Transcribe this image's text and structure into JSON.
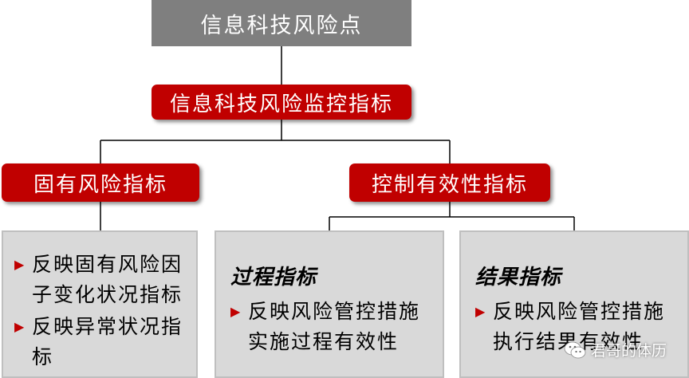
{
  "nodes": {
    "root": "信息科技风险点",
    "monitor": "信息科技风险监控指标",
    "inherent": "固有风险指标",
    "control": "控制有效性指标"
  },
  "panels": {
    "inherent": {
      "bullets": [
        "反映固有风险因子变化状况指标",
        "反映异常状况指标"
      ]
    },
    "process": {
      "heading": "过程指标",
      "bullets": [
        "反映风险管控措施实施过程有效性"
      ]
    },
    "result": {
      "heading": "结果指标",
      "bullets": [
        "反映风险管控措施执行结果有效性"
      ]
    }
  },
  "bullet_icon": "red-triangle-bullet",
  "colors": {
    "root_box": "#7f7f7f",
    "red_box": "#c00000",
    "panel_bg": "#d9d9d9",
    "connector": "#000000"
  },
  "watermark": {
    "icon": "wechat-icon",
    "text": "君哥的体历"
  }
}
